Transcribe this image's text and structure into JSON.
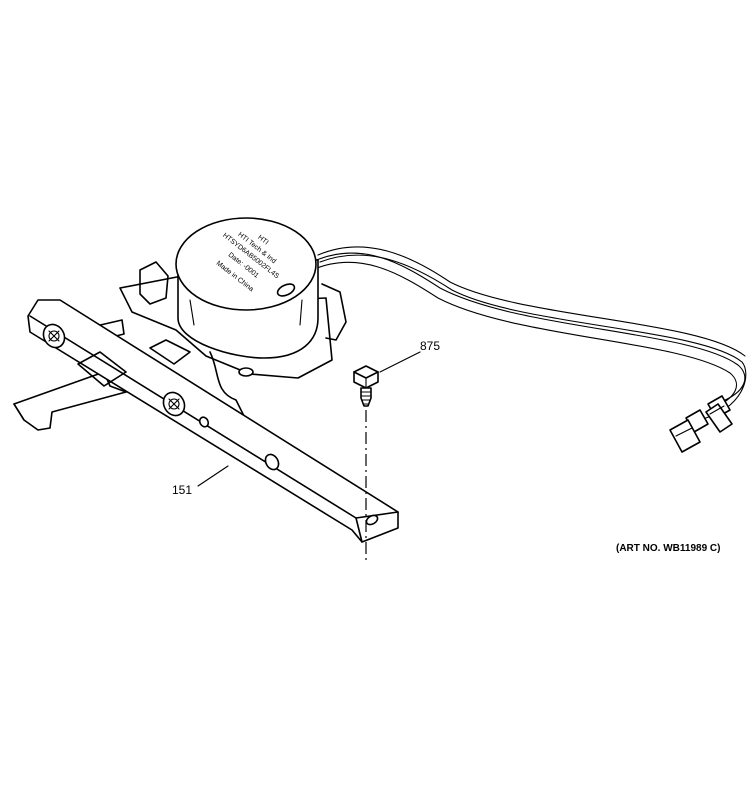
{
  "callouts": {
    "bracket": "151",
    "screw": "875"
  },
  "motor_label": {
    "line1": "HTI",
    "line2": "HTI Tech & Ind",
    "line3": "HTSYD6AB5002FL4S",
    "line4": "Date: -0001",
    "line5": "Made in China"
  },
  "art_number": "(ART NO. WB11989 C)"
}
